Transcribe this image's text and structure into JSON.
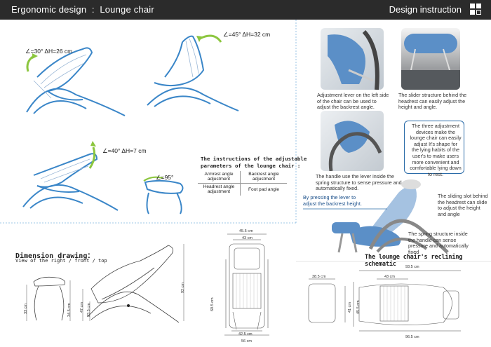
{
  "header": {
    "title": "Ergonomic design  :  Lounge chair",
    "section": "Design instruction",
    "logo_icon": "four-square-logo"
  },
  "angles": {
    "a30": "∠=30° ΔH=26 cm",
    "a45": "∠=45° ΔH=32 cm",
    "a40": "∠=40° ΔH=7 cm",
    "a95": "∠=95°"
  },
  "instructions": {
    "title_line1": "The instructions of the adjustable",
    "title_line2": "parameters of the lounge chair :",
    "cells": [
      [
        "Armrest angle adjustment",
        "Backrest angle adjustment"
      ],
      [
        "Headrest angle adjustment",
        "Foot pad angle"
      ]
    ]
  },
  "dimension": {
    "title": "Dimension drawing：",
    "subtitle": "View of the right / front / top",
    "side": {
      "h1": "33 cm",
      "h2": "34.5 cm",
      "h3": "47 cm",
      "h4": "33.5 cm",
      "h5": "92 cm"
    },
    "front": {
      "w1": "45.5 cm",
      "w2": "43 cm",
      "h1": "60.5 cm",
      "w3": "42.5 cm",
      "w4": "56 cm"
    },
    "top": {
      "w1": "93.5 cm",
      "w2": "38.5 cm",
      "w3": "43 cm",
      "h1": "41 cm",
      "h2": "45.5 cm",
      "w4": "96.5 cm"
    }
  },
  "annotations": {
    "lever": "Adjustment lever on the left side of the chair can be used to adjust the backrest angle.",
    "slider": "The slider structure behind the headrest can easily adjust the height and angle.",
    "three_devices": "The three adjustment devices make the lounge chair can easily adjust It's shape for the lying habits of the user's to make users more convenient and comfortable lying down to rest.",
    "handle": "The handle use the lever inside the spring structure to sense pressure and automatically fixed.",
    "pressing": "By pressing the lever to adjust the backrest height.",
    "sliding_slot": "The sliding slot behind the headrest can slide to adjust the height and angle",
    "spring": "The spring structure inside the handle can sense pressure and automatically fixed",
    "schematic_title": "The lounge chair's reclining schematic"
  },
  "colors": {
    "accent": "#3a86c8",
    "arrow": "#8cc63f",
    "bar": "#2b2b2b",
    "cushion": "#5b8fc7"
  }
}
